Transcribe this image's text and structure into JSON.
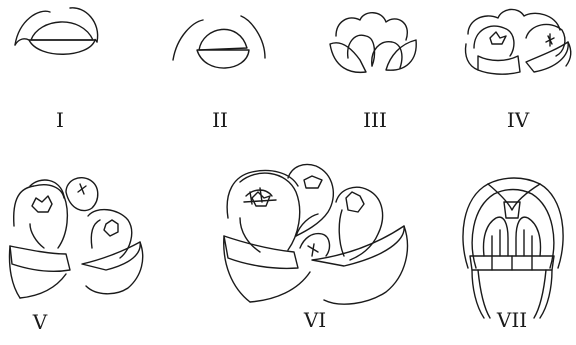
{
  "figure": {
    "stages": [
      {
        "id": "stage-1",
        "label": "I"
      },
      {
        "id": "stage-2",
        "label": "II"
      },
      {
        "id": "stage-3",
        "label": "III"
      },
      {
        "id": "stage-4",
        "label": "IV"
      },
      {
        "id": "stage-5",
        "label": "V"
      },
      {
        "id": "stage-6",
        "label": "VI"
      },
      {
        "id": "stage-7",
        "label": "VII"
      }
    ],
    "line_color": "#1a1a1a",
    "background": "#ffffff"
  }
}
